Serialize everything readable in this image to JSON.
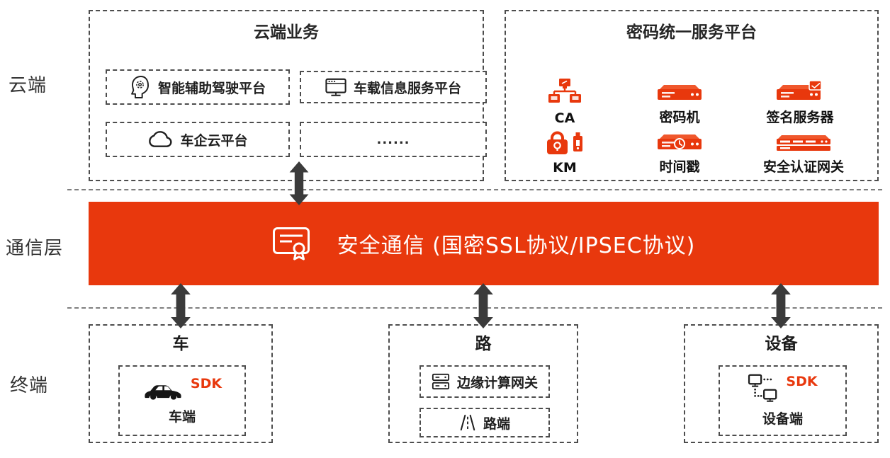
{
  "colors": {
    "accent": "#e8380d",
    "accent_light": "#f0572c",
    "text": "#333333",
    "arrow": "#3b3b3b"
  },
  "layers": {
    "cloud": "云端",
    "communication": "通信层",
    "terminal": "终端"
  },
  "cloud_services": {
    "title": "云端业务",
    "items": [
      {
        "icon": "brain-gear-icon",
        "label": "智能辅助驾驶平台"
      },
      {
        "icon": "monitor-icon",
        "label": "车载信息服务平台"
      },
      {
        "icon": "cloud-icon",
        "label": "车企云平台"
      },
      {
        "icon": "none",
        "label": "......"
      }
    ]
  },
  "crypto_platform": {
    "title": "密码统一服务平台",
    "items": [
      {
        "icon": "ca-network-icon",
        "label": "CA"
      },
      {
        "icon": "cipher-server-icon",
        "label": "密码机"
      },
      {
        "icon": "signature-server-icon",
        "label": "签名服务器"
      },
      {
        "icon": "key-lock-icon",
        "label": "KM"
      },
      {
        "icon": "timestamp-server-icon",
        "label": "时间戳"
      },
      {
        "icon": "gateway-server-icon",
        "label": "安全认证网关"
      }
    ]
  },
  "banner": {
    "icon": "certificate-icon",
    "label": "安全通信 (国密SSL协议/IPSEC协议)"
  },
  "terminals": {
    "vehicle": {
      "title": "车",
      "icon": "car-icon",
      "sdk_badge": "SDK",
      "endpoint_label": "车端"
    },
    "road": {
      "title": "路",
      "gateway_icon": "server-stack-icon",
      "gateway_label": "边缘计算网关",
      "endpoint_icon": "road-icon",
      "endpoint_label": "路端"
    },
    "device": {
      "title": "设备",
      "icon": "devices-icon",
      "sdk_badge": "SDK",
      "endpoint_label": "设备端"
    }
  }
}
